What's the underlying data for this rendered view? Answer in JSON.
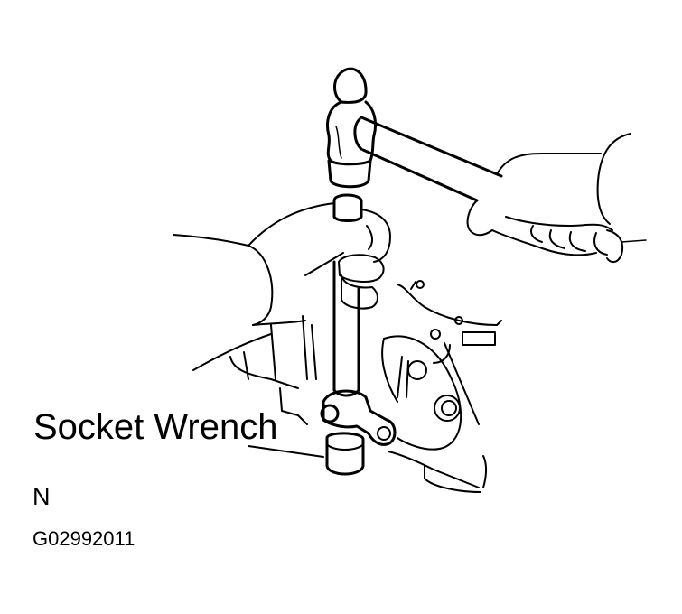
{
  "figure": {
    "callout_label": "Socket Wrench",
    "view_marker": "N",
    "figure_code": "G02992011",
    "colors": {
      "line": "#000000",
      "background": "#ffffff"
    },
    "depicted_parts": [
      "hammer",
      "right-hand-holding-hammer",
      "left-hand-holding-bar",
      "extension-bar",
      "universal-joint",
      "socket-wrench",
      "engine-housing"
    ]
  }
}
